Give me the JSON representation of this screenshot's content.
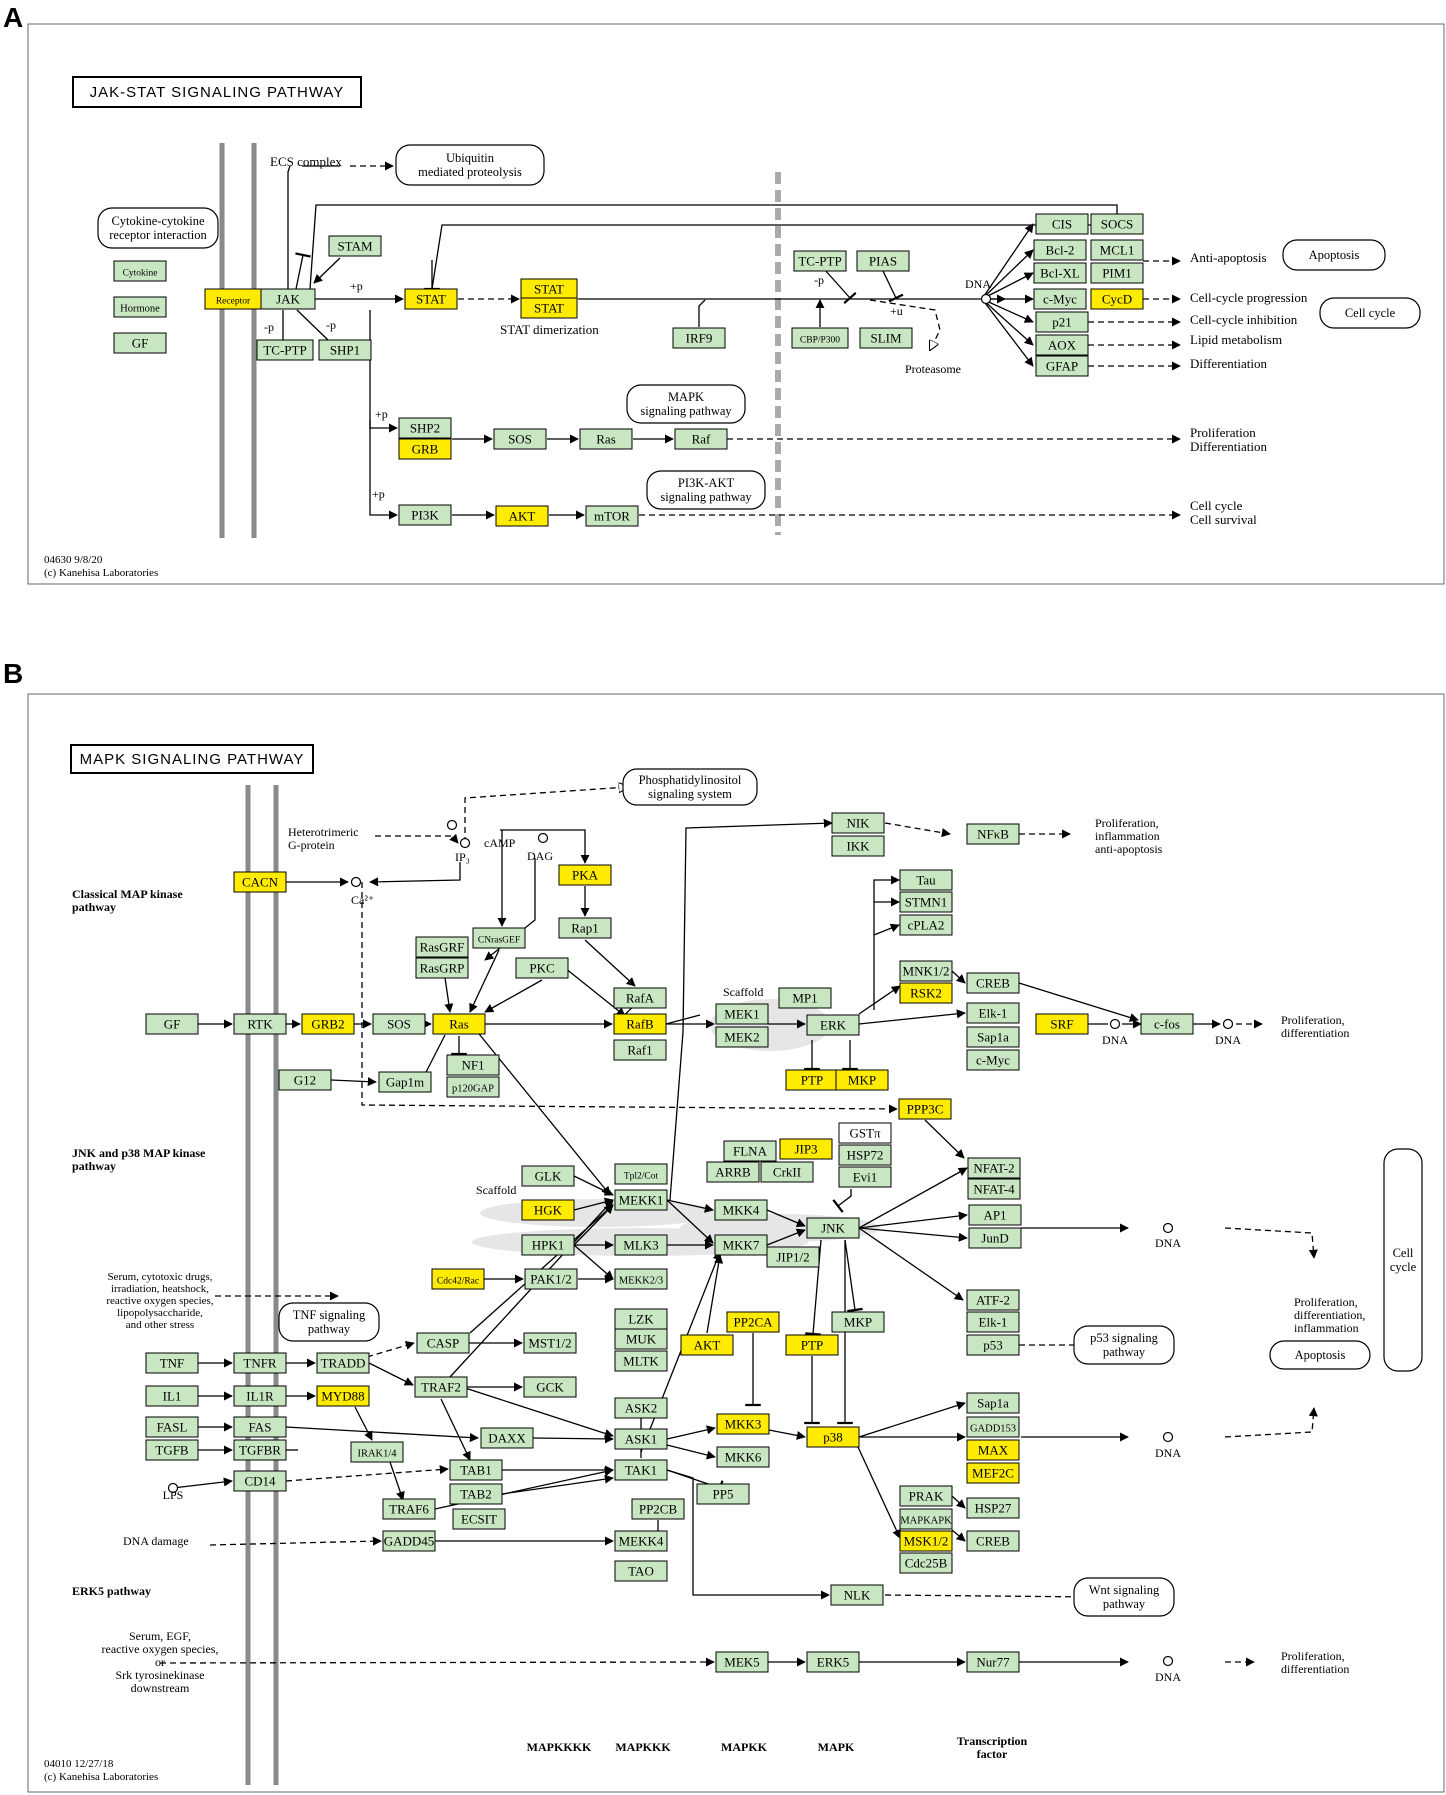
{
  "panels": [
    {
      "letter": "A",
      "title": "JAK-STAT SIGNALING PATHWAY",
      "code": "04630 9/8/20",
      "copyright": "(c) Kanehisa Laboratories"
    },
    {
      "letter": "B",
      "title": "MAPK SIGNALING PATHWAY",
      "code": "04010 12/27/18",
      "copyright": "(c) Kanehisa Laboratories"
    }
  ],
  "colors": {
    "gene_box": "#c8e6c2",
    "highlighted_gene": "#ffeb00",
    "membrane": "#8a8a8a",
    "line": "#000000"
  },
  "nodes": [
    {
      "id": "a_cytokine",
      "label": "Cytokine"
    },
    {
      "id": "a_hormone",
      "label": "Hormone"
    },
    {
      "id": "a_gf",
      "label": "GF"
    },
    {
      "id": "a_receptor",
      "label": "Receptor",
      "hl": true
    },
    {
      "id": "a_jak",
      "label": "JAK"
    },
    {
      "id": "a_tcptp1",
      "label": "TC-PTP"
    },
    {
      "id": "a_shp1",
      "label": "SHP1"
    },
    {
      "id": "a_stam",
      "label": "STAM"
    },
    {
      "id": "a_stat",
      "label": "STAT",
      "hl": true
    },
    {
      "id": "a_stat2a",
      "label": "STAT",
      "hl": true
    },
    {
      "id": "a_stat2b",
      "label": "STAT",
      "hl": true
    },
    {
      "id": "a_irf9",
      "label": "IRF9"
    },
    {
      "id": "a_tcptp2",
      "label": "TC-PTP"
    },
    {
      "id": "a_pias",
      "label": "PIAS"
    },
    {
      "id": "a_cbp",
      "label": "CBP/P300"
    },
    {
      "id": "a_slim",
      "label": "SLIM"
    },
    {
      "id": "a_cis",
      "label": "CIS"
    },
    {
      "id": "a_socs",
      "label": "SOCS"
    },
    {
      "id": "a_bcl2",
      "label": "Bcl-2"
    },
    {
      "id": "a_mcl1",
      "label": "MCL1"
    },
    {
      "id": "a_bclxl",
      "label": "Bcl-XL"
    },
    {
      "id": "a_pim1",
      "label": "PIM1"
    },
    {
      "id": "a_cmyc",
      "label": "c-Myc"
    },
    {
      "id": "a_cycd",
      "label": "CycD",
      "hl": true
    },
    {
      "id": "a_p21",
      "label": "p21"
    },
    {
      "id": "a_aox",
      "label": "AOX"
    },
    {
      "id": "a_gfap",
      "label": "GFAP"
    },
    {
      "id": "a_shp2",
      "label": "SHP2"
    },
    {
      "id": "a_grb",
      "label": "GRB",
      "hl": true
    },
    {
      "id": "a_sos",
      "label": "SOS"
    },
    {
      "id": "a_ras",
      "label": "Ras"
    },
    {
      "id": "a_raf",
      "label": "Raf"
    },
    {
      "id": "a_pi3k",
      "label": "PI3K"
    },
    {
      "id": "a_akt",
      "label": "AKT",
      "hl": true
    },
    {
      "id": "a_mtor",
      "label": "mTOR"
    },
    {
      "id": "b_cacn",
      "label": "CACN",
      "hl": true
    },
    {
      "id": "b_pka",
      "label": "PKA",
      "hl": true
    },
    {
      "id": "b_rapl",
      "label": "Rap1"
    },
    {
      "id": "b_rasgrf",
      "label": "RasGRF"
    },
    {
      "id": "b_rasgrp",
      "label": "RasGRP"
    },
    {
      "id": "b_cnrasgef",
      "label": "CNrasGEF"
    },
    {
      "id": "b_pkc",
      "label": "PKC"
    },
    {
      "id": "b_gf",
      "label": "GF"
    },
    {
      "id": "b_rtk",
      "label": "RTK"
    },
    {
      "id": "b_grb2",
      "label": "GRB2",
      "hl": true
    },
    {
      "id": "b_sos",
      "label": "SOS"
    },
    {
      "id": "b_ras",
      "label": "Ras",
      "hl": true
    },
    {
      "id": "b_nf1",
      "label": "NF1"
    },
    {
      "id": "b_p120gap",
      "label": "p120GAP"
    },
    {
      "id": "b_g12",
      "label": "G12"
    },
    {
      "id": "b_gap1m",
      "label": "Gap1m"
    },
    {
      "id": "b_rafa",
      "label": "RafA"
    },
    {
      "id": "b_rafb",
      "label": "RafB",
      "hl": true
    },
    {
      "id": "b_raf1",
      "label": "Raf1"
    },
    {
      "id": "b_mek1",
      "label": "MEK1"
    },
    {
      "id": "b_mek2",
      "label": "MEK2"
    },
    {
      "id": "b_mp1",
      "label": "MP1"
    },
    {
      "id": "b_erk",
      "label": "ERK"
    },
    {
      "id": "b_ptp1",
      "label": "PTP",
      "hl": true
    },
    {
      "id": "b_mkp1",
      "label": "MKP",
      "hl": true
    },
    {
      "id": "b_nik",
      "label": "NIK"
    },
    {
      "id": "b_ikk",
      "label": "IKK"
    },
    {
      "id": "b_nfkb",
      "label": "NFκB"
    },
    {
      "id": "b_tau",
      "label": "Tau"
    },
    {
      "id": "b_stmn1",
      "label": "STMN1"
    },
    {
      "id": "b_cpla2",
      "label": "cPLA2"
    },
    {
      "id": "b_mnk12",
      "label": "MNK1/2"
    },
    {
      "id": "b_rsk2",
      "label": "RSK2",
      "hl": true
    },
    {
      "id": "b_creb1",
      "label": "CREB"
    },
    {
      "id": "b_elk1",
      "label": "Elk-1"
    },
    {
      "id": "b_sap1a",
      "label": "Sap1a"
    },
    {
      "id": "b_cmyc",
      "label": "c-Myc"
    },
    {
      "id": "b_srf",
      "label": "SRF",
      "hl": true
    },
    {
      "id": "b_cfos",
      "label": "c-fos"
    },
    {
      "id": "b_ppp3c",
      "label": "PPP3C",
      "hl": true
    },
    {
      "id": "b_flna",
      "label": "FLNA"
    },
    {
      "id": "b_jip3",
      "label": "JIP3",
      "hl": true
    },
    {
      "id": "b_gstpi",
      "label": "GSTπ",
      "white": true
    },
    {
      "id": "b_arrb",
      "label": "ARRB"
    },
    {
      "id": "b_crkii",
      "label": "CrkII"
    },
    {
      "id": "b_hsp72",
      "label": "HSP72"
    },
    {
      "id": "b_evi1",
      "label": "Evi1"
    },
    {
      "id": "b_nfat2",
      "label": "NFAT-2"
    },
    {
      "id": "b_nfat4",
      "label": "NFAT-4"
    },
    {
      "id": "b_glk",
      "label": "GLK"
    },
    {
      "id": "b_tpl2",
      "label": "Tpl2/Cot"
    },
    {
      "id": "b_hgk",
      "label": "HGK",
      "hl": true
    },
    {
      "id": "b_mekk1",
      "label": "MEKK1"
    },
    {
      "id": "b_mkk4",
      "label": "MKK4"
    },
    {
      "id": "b_jnk",
      "label": "JNK"
    },
    {
      "id": "b_ap1",
      "label": "AP1"
    },
    {
      "id": "b_jund",
      "label": "JunD"
    },
    {
      "id": "b_hpk1",
      "label": "HPK1"
    },
    {
      "id": "b_mlk3",
      "label": "MLK3"
    },
    {
      "id": "b_mkk7",
      "label": "MKK7"
    },
    {
      "id": "b_jip12",
      "label": "JIP1/2"
    },
    {
      "id": "b_cdc42",
      "label": "Cdc42/Rac",
      "hl": true
    },
    {
      "id": "b_pak12",
      "label": "PAK1/2"
    },
    {
      "id": "b_mekk23",
      "label": "MEKK2/3"
    },
    {
      "id": "b_lzk",
      "label": "LZK"
    },
    {
      "id": "b_muk",
      "label": "MUK"
    },
    {
      "id": "b_mltk",
      "label": "MLTK"
    },
    {
      "id": "b_pp2ca",
      "label": "PP2CA",
      "hl": true
    },
    {
      "id": "b_akt",
      "label": "AKT",
      "hl": true
    },
    {
      "id": "b_ptp2",
      "label": "PTP",
      "hl": true
    },
    {
      "id": "b_mkp2",
      "label": "MKP"
    },
    {
      "id": "b_atf2",
      "label": "ATF-2"
    },
    {
      "id": "b_elk1b",
      "label": "Elk-1"
    },
    {
      "id": "b_p53",
      "label": "p53"
    },
    {
      "id": "b_tnf",
      "label": "TNF"
    },
    {
      "id": "b_tnfr",
      "label": "TNFR"
    },
    {
      "id": "b_tradd",
      "label": "TRADD"
    },
    {
      "id": "b_casp",
      "label": "CASP"
    },
    {
      "id": "b_mst12",
      "label": "MST1/2"
    },
    {
      "id": "b_traf2",
      "label": "TRAF2"
    },
    {
      "id": "b_gck",
      "label": "GCK"
    },
    {
      "id": "b_il1",
      "label": "IL1"
    },
    {
      "id": "b_il1r",
      "label": "IL1R"
    },
    {
      "id": "b_myd88",
      "label": "MYD88",
      "hl": true
    },
    {
      "id": "b_ask2",
      "label": "ASK2"
    },
    {
      "id": "b_fasl",
      "label": "FASL"
    },
    {
      "id": "b_fas",
      "label": "FAS"
    },
    {
      "id": "b_daxx",
      "label": "DAXX"
    },
    {
      "id": "b_ask1",
      "label": "ASK1"
    },
    {
      "id": "b_mkk3",
      "label": "MKK3",
      "hl": true
    },
    {
      "id": "b_mkk6",
      "label": "MKK6"
    },
    {
      "id": "b_p38",
      "label": "p38",
      "hl": true
    },
    {
      "id": "b_tgfb",
      "label": "TGFB"
    },
    {
      "id": "b_tgfbr",
      "label": "TGFBR"
    },
    {
      "id": "b_irak14",
      "label": "IRAK1/4"
    },
    {
      "id": "b_sap1ab",
      "label": "Sap1a"
    },
    {
      "id": "b_gadd153",
      "label": "GADD153"
    },
    {
      "id": "b_max",
      "label": "MAX",
      "hl": true
    },
    {
      "id": "b_mef2c",
      "label": "MEF2C",
      "hl": true
    },
    {
      "id": "b_cd14",
      "label": "CD14"
    },
    {
      "id": "b_tab1",
      "label": "TAB1"
    },
    {
      "id": "b_tak1",
      "label": "TAK1"
    },
    {
      "id": "b_traf6",
      "label": "TRAF6"
    },
    {
      "id": "b_tab2",
      "label": "TAB2"
    },
    {
      "id": "b_ecsit",
      "label": "ECSIT"
    },
    {
      "id": "b_pp2cb",
      "label": "PP2CB"
    },
    {
      "id": "b_pp5",
      "label": "PP5"
    },
    {
      "id": "b_prak",
      "label": "PRAK"
    },
    {
      "id": "b_mapkapk",
      "label": "MAPKAPK"
    },
    {
      "id": "b_msk12",
      "label": "MSK1/2",
      "hl": true
    },
    {
      "id": "b_cdc25b",
      "label": "Cdc25B"
    },
    {
      "id": "b_hsp27",
      "label": "HSP27"
    },
    {
      "id": "b_creb2",
      "label": "CREB"
    },
    {
      "id": "b_gadd45",
      "label": "GADD45"
    },
    {
      "id": "b_mekk4",
      "label": "MEKK4"
    },
    {
      "id": "b_tao",
      "label": "TAO"
    },
    {
      "id": "b_nlk",
      "label": "NLK"
    },
    {
      "id": "b_mek5",
      "label": "MEK5"
    },
    {
      "id": "b_erk5",
      "label": "ERK5"
    },
    {
      "id": "b_nur77",
      "label": "Nur77"
    }
  ],
  "pathway_boxes": [
    {
      "id": "pa_ubiq",
      "label": "Ubiquitin\nmediated proteolysis"
    },
    {
      "id": "pa_cytrec",
      "label": "Cytokine-cytokine\nreceptor interaction"
    },
    {
      "id": "pa_apoptosis",
      "label": "Apoptosis"
    },
    {
      "id": "pa_cellcycle",
      "label": "Cell cycle"
    },
    {
      "id": "pa_mapk",
      "label": "MAPK\nsignaling pathway"
    },
    {
      "id": "pa_pi3k",
      "label": "PI3K-AKT\nsignaling pathway"
    },
    {
      "id": "pb_pi",
      "label": "Phosphatidylinositol\nsignaling system"
    },
    {
      "id": "pb_tnf",
      "label": "TNF signaling\npathway"
    },
    {
      "id": "pb_p53",
      "label": "p53 signaling\npathway"
    },
    {
      "id": "pb_apoptosis",
      "label": "Apoptosis"
    },
    {
      "id": "pb_wnt",
      "label": "Wnt signaling\npathway"
    },
    {
      "id": "pb_cellcycle",
      "label": "Cell\ncycle"
    }
  ],
  "labels": [
    {
      "id": "la_ecs",
      "label": "ECS complex"
    },
    {
      "id": "la_statdim",
      "label": "STAT dimerization"
    },
    {
      "id": "la_dna",
      "label": "DNA"
    },
    {
      "id": "la_prot",
      "label": "Proteasome"
    },
    {
      "id": "la_antiapop",
      "label": "Anti-apoptosis"
    },
    {
      "id": "la_ccprog",
      "label": "Cell-cycle progression"
    },
    {
      "id": "la_ccinh",
      "label": "Cell-cycle inhibition"
    },
    {
      "id": "la_lipid",
      "label": "Lipid metabolism"
    },
    {
      "id": "la_diff",
      "label": "Differentiation"
    },
    {
      "id": "la_prodiff",
      "label": "Proliferation\nDifferentiation"
    },
    {
      "id": "la_ccsurv",
      "label": "Cell cycle\nCell survival"
    },
    {
      "id": "la_p1",
      "label": "-p"
    },
    {
      "id": "la_p2",
      "label": "-p"
    },
    {
      "id": "la_p3",
      "label": "+p"
    },
    {
      "id": "la_p4",
      "label": "-p"
    },
    {
      "id": "la_p5",
      "label": "+u"
    },
    {
      "id": "la_p6",
      "label": "+p"
    },
    {
      "id": "la_p7",
      "label": "+p"
    },
    {
      "id": "lb_hetero",
      "label": "Heterotrimeric\nG-protein"
    },
    {
      "id": "lb_camp",
      "label": "cAMP"
    },
    {
      "id": "lb_dag",
      "label": "DAG"
    },
    {
      "id": "lb_ip3",
      "label": "IP₃"
    },
    {
      "id": "lb_ca",
      "label": "Ca²⁺"
    },
    {
      "id": "lb_classical",
      "label": "Classical MAP kinase\npathway"
    },
    {
      "id": "lb_jnkp38",
      "label": "JNK and p38 MAP kinase\npathway"
    },
    {
      "id": "lb_erk5",
      "label": "ERK5 pathway"
    },
    {
      "id": "lb_scaffold1",
      "label": "Scaffold"
    },
    {
      "id": "lb_scaffold2",
      "label": "Scaffold"
    },
    {
      "id": "lb_prolif1",
      "label": "Proliferation,\ninflammation\nanti-apoptosis"
    },
    {
      "id": "lb_prolif2",
      "label": "Proliferation,\ndifferentiation"
    },
    {
      "id": "lb_prolif3",
      "label": "Proliferation,\ndifferentiation,\ninflammation"
    },
    {
      "id": "lb_prolif4",
      "label": "Proliferation,\ndifferentiation"
    },
    {
      "id": "lb_dna1",
      "label": "DNA"
    },
    {
      "id": "lb_dna2",
      "label": "DNA"
    },
    {
      "id": "lb_dna3",
      "label": "DNA"
    },
    {
      "id": "lb_dna4",
      "label": "DNA"
    },
    {
      "id": "lb_dna5",
      "label": "DNA"
    },
    {
      "id": "lb_serum1",
      "label": "Serum, cytotoxic drugs,\nirradiation, heatshock,\nreactive oxygen species,\nlipopolysaccharide,\nand other stress"
    },
    {
      "id": "lb_lps",
      "label": "LPS"
    },
    {
      "id": "lb_dnadmg",
      "label": "DNA damage"
    },
    {
      "id": "lb_serum2",
      "label": "Serum, EGF,\nreactive oxygen species,\nor\nSrk tyrosinekinase\ndownstream"
    },
    {
      "id": "lb_mapkkkk",
      "label": "MAPKKKK"
    },
    {
      "id": "lb_mapkkk",
      "label": "MAPKKK"
    },
    {
      "id": "lb_mapkk",
      "label": "MAPKK"
    },
    {
      "id": "lb_mapk",
      "label": "MAPK"
    },
    {
      "id": "lb_tf",
      "label": "Transcription\nfactor"
    }
  ]
}
